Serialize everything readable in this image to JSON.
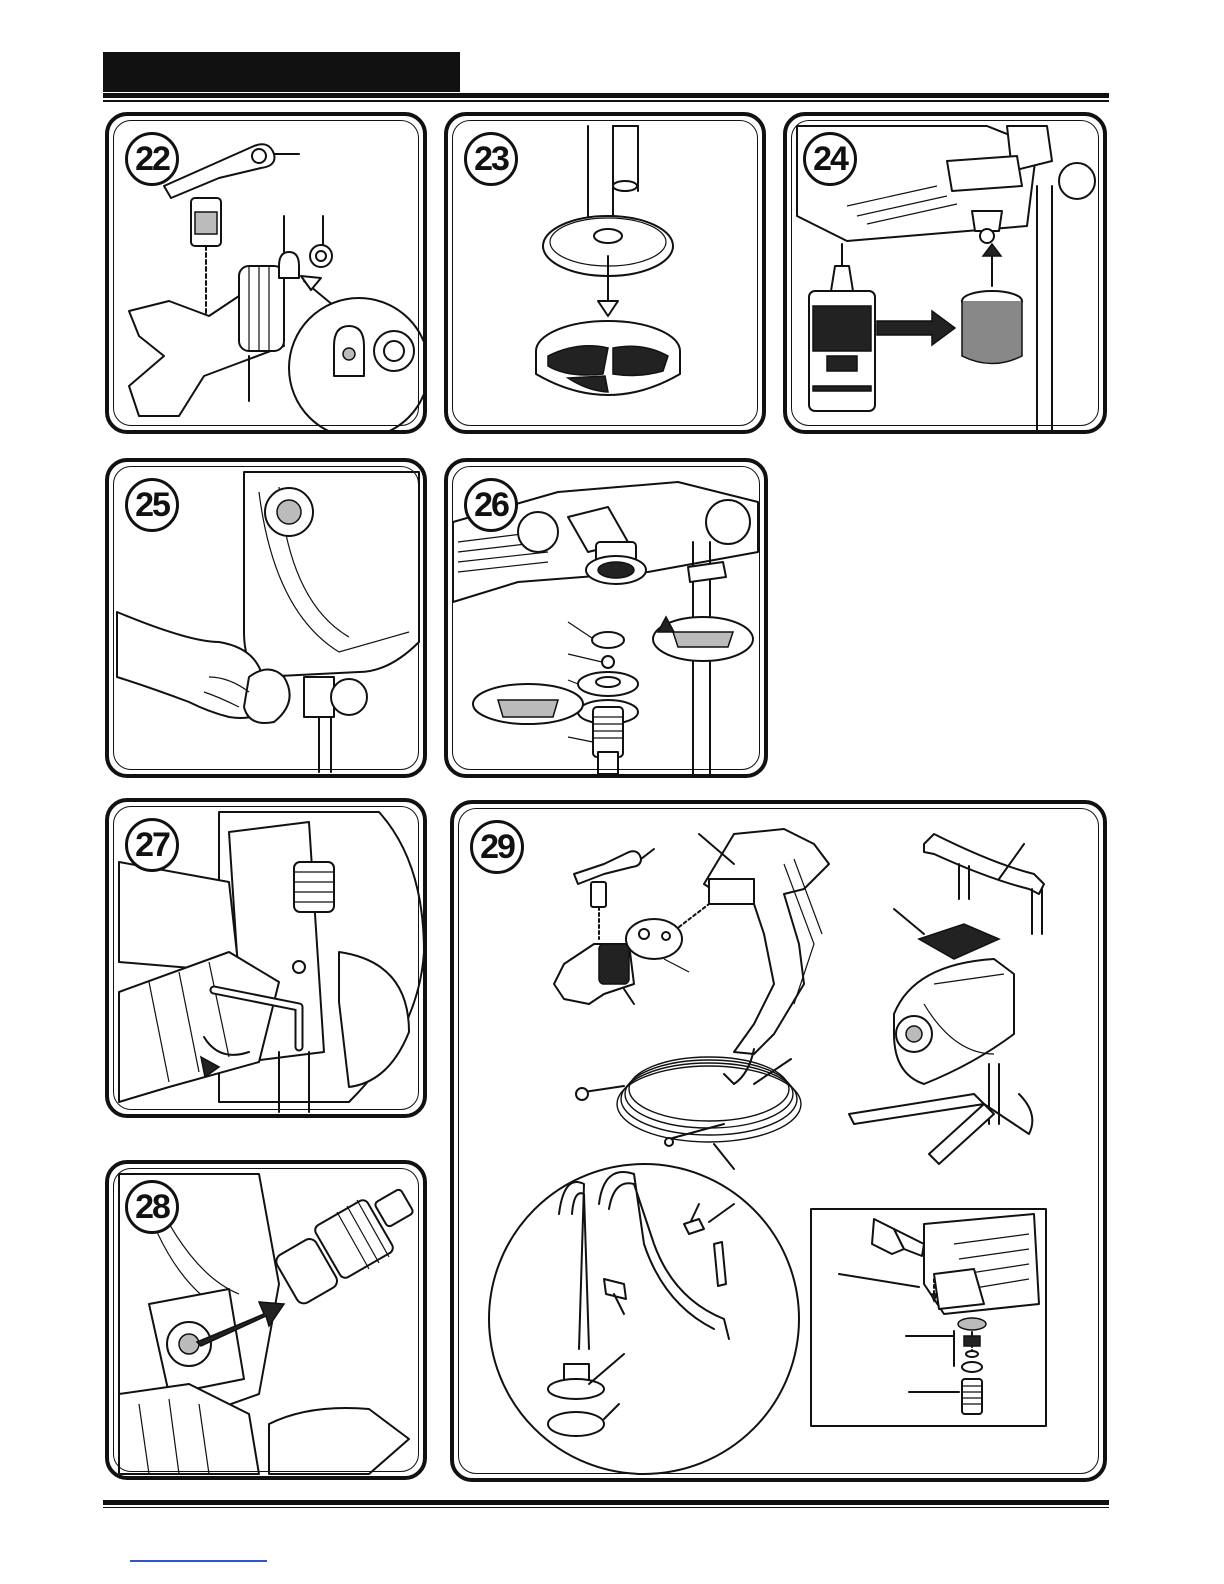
{
  "steps": {
    "s22": "22",
    "s23": "23",
    "s24": "24",
    "s25": "25",
    "s26": "26",
    "s27": "27",
    "s28": "28",
    "s29": "29"
  },
  "colors": {
    "ink": "#111111",
    "fill_gray": "#bbbbbb",
    "cup_gray": "#888888",
    "link_blue": "#3355cc"
  },
  "icons": {
    "arrow": "arrow-icon",
    "oil_bottle": "oil-bottle-icon",
    "hex_key": "hex-key-icon"
  }
}
